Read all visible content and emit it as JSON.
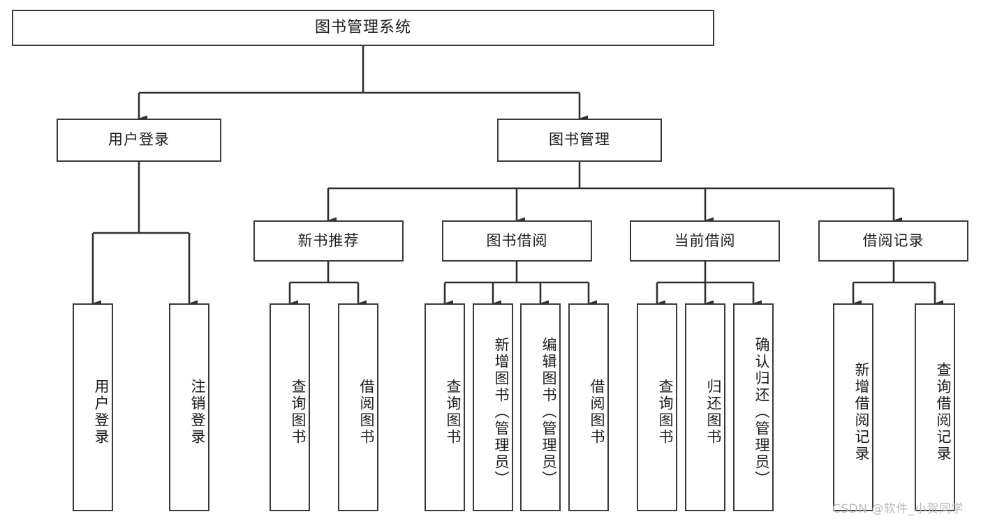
{
  "diagram": {
    "title": "图书管理系统",
    "watermark": "CSDN @软件_小贺同学",
    "colors": {
      "box_border": "#3a3a3a",
      "box_fill": "#ffffff",
      "connector": "#2f2f2f",
      "text": "#1b1b1b",
      "watermark": "#b9b9b9",
      "background": "#ffffff"
    },
    "root": {
      "label": "图书管理系统"
    },
    "level2": [
      {
        "label": "用户登录"
      },
      {
        "label": "图书管理"
      }
    ],
    "level3": [
      {
        "label": "新书推荐"
      },
      {
        "label": "图书借阅"
      },
      {
        "label": "当前借阅"
      },
      {
        "label": "借阅记录"
      }
    ],
    "leaves": {
      "user_login": [
        {
          "label": "用户登录"
        },
        {
          "label": "注销登录"
        }
      ],
      "new_book": [
        {
          "label": "查询图书"
        },
        {
          "label": "借阅图书"
        }
      ],
      "book_borrow": [
        {
          "label": "查询图书"
        },
        {
          "label": "新增图书（管理员）"
        },
        {
          "label": "编辑图书（管理员）"
        },
        {
          "label": "借阅图书"
        }
      ],
      "current_borrow": [
        {
          "label": "查询图书"
        },
        {
          "label": "归还图书"
        },
        {
          "label": "确认归还（管理员）"
        }
      ],
      "borrow_record": [
        {
          "label": "新增借阅记录"
        },
        {
          "label": "查询借阅记录"
        }
      ]
    }
  },
  "chart_data": {
    "type": "table",
    "title": "图书管理系统 功能结构树",
    "hierarchy": {
      "name": "图书管理系统",
      "children": [
        {
          "name": "用户登录",
          "children": [
            {
              "name": "用户登录"
            },
            {
              "name": "注销登录"
            }
          ]
        },
        {
          "name": "图书管理",
          "children": [
            {
              "name": "新书推荐",
              "children": [
                {
                  "name": "查询图书"
                },
                {
                  "name": "借阅图书"
                }
              ]
            },
            {
              "name": "图书借阅",
              "children": [
                {
                  "name": "查询图书"
                },
                {
                  "name": "新增图书（管理员）"
                },
                {
                  "name": "编辑图书（管理员）"
                },
                {
                  "name": "借阅图书"
                }
              ]
            },
            {
              "name": "当前借阅",
              "children": [
                {
                  "name": "查询图书"
                },
                {
                  "name": "归还图书"
                },
                {
                  "name": "确认归还（管理员）"
                }
              ]
            },
            {
              "name": "借阅记录",
              "children": [
                {
                  "name": "新增借阅记录"
                },
                {
                  "name": "查询借阅记录"
                }
              ]
            }
          ]
        }
      ]
    },
    "levels": 4,
    "node_count": 18
  }
}
